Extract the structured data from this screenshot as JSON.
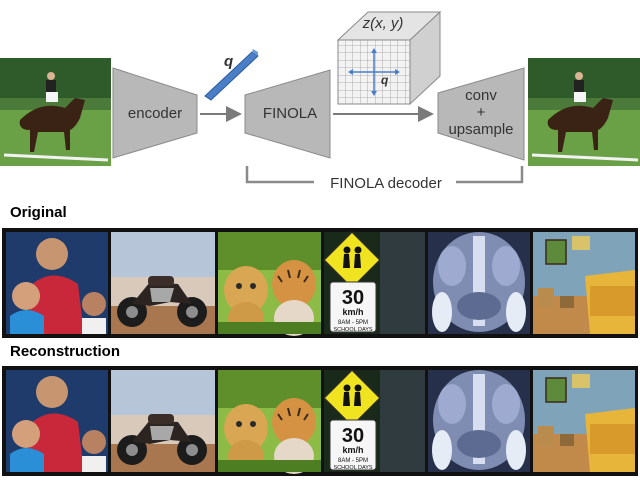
{
  "diagram": {
    "encoder_label": "encoder",
    "finola_label": "FINOLA",
    "conv_label_line1": "conv",
    "conv_label_line2": "+",
    "conv_label_line3": "upsample",
    "latent_vector_label": "q",
    "feature_map_label": "z(x, y)",
    "feature_map_inner_label": "q",
    "decoder_group_label": "FINOLA decoder",
    "accent_color": "#4a7fc8"
  },
  "rows": {
    "original_title": "Original",
    "reconstruction_title": "Reconstruction"
  },
  "sign": {
    "speed": "30",
    "unit": "km/h",
    "hours": "8AM - 5PM",
    "days": "SCHOOL DAYS"
  },
  "tiles": [
    {
      "name": "tennis-players-photo"
    },
    {
      "name": "motorcycle-photo"
    },
    {
      "name": "lion-and-tiger-cubs-photo"
    },
    {
      "name": "school-zone-sign-photo"
    },
    {
      "name": "medical-ct-scan-photo"
    },
    {
      "name": "van-gogh-bedroom-painting"
    }
  ]
}
